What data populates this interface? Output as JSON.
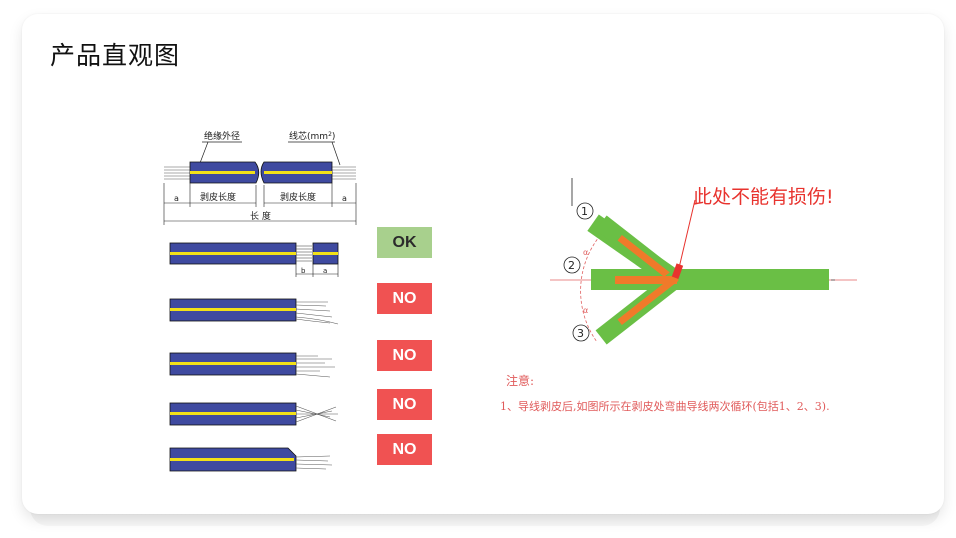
{
  "page": {
    "title": "产品直观图"
  },
  "drawing": {
    "outer_diameter_label": "绝缘外径",
    "core_label_prefix": "线芯(",
    "core_label_unit": "mm",
    "core_label_sup": "2",
    "core_label_suffix": ")",
    "strip_length_left": "剥皮长度",
    "strip_length_right": "剥皮长度",
    "dim_a_left": "a",
    "dim_a_right": "a",
    "dim_b": "b",
    "dim_a_small": "a",
    "total_length": "长  度"
  },
  "badges": {
    "ok": "OK",
    "no1": "NO",
    "no2": "NO",
    "no3": "NO",
    "no4": "NO"
  },
  "bend_diagram": {
    "warning": "此处不能有损伤!",
    "marker_1": "1",
    "marker_2": "2",
    "marker_3": "3",
    "angle_label_top": "α",
    "angle_label_bottom": "α"
  },
  "note": {
    "heading": "注意:",
    "item_1": "1、导线剥皮后,如图所示在剥皮处弯曲导线两次循环(包括1、2、3)."
  },
  "colors": {
    "wire_blue": "#3f4aa0",
    "wire_yellow": "#f2e018",
    "ok_green": "#a8d08d",
    "no_red": "#f05252",
    "bend_green": "#6abf45",
    "bend_orange": "#f07a2a",
    "warning_red": "#e8332e"
  }
}
